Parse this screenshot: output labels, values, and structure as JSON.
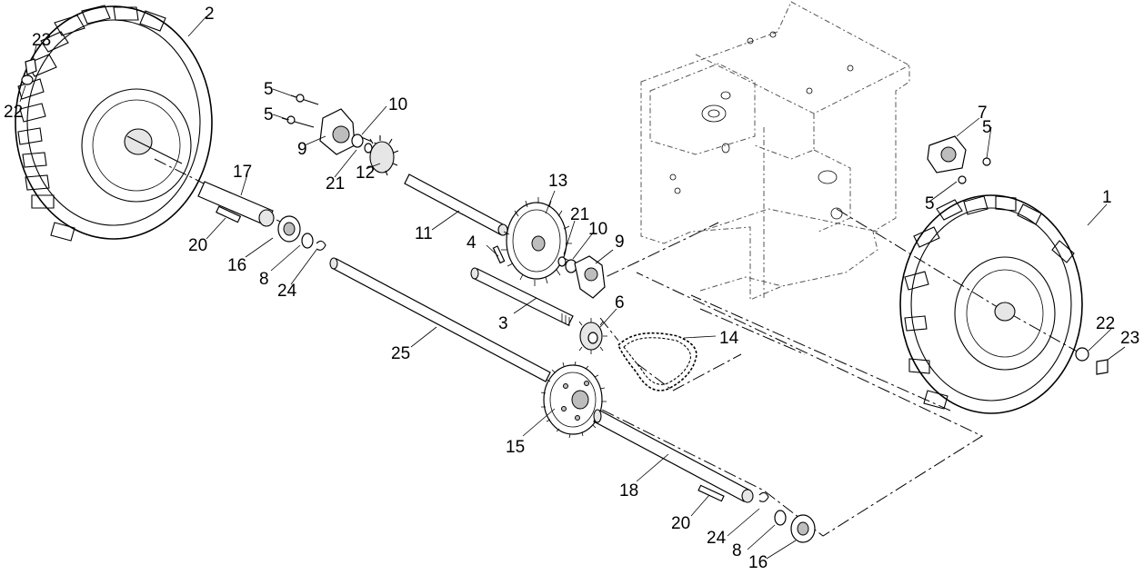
{
  "callouts": {
    "p1": "1",
    "p2": "2",
    "p3": "3",
    "p4": "4",
    "p5a": "5",
    "p5b": "5",
    "p5c": "5",
    "p5d": "5",
    "p6": "6",
    "p7": "7",
    "p8a": "8",
    "p8b": "8",
    "p9a": "9",
    "p9b": "9",
    "p10a": "10",
    "p10b": "10",
    "p11": "11",
    "p12": "12",
    "p13": "13",
    "p14": "14",
    "p15": "15",
    "p16a": "16",
    "p16b": "16",
    "p17": "17",
    "p18": "18",
    "p20a": "20",
    "p20b": "20",
    "p21a": "21",
    "p21b": "21",
    "p22a": "22",
    "p22b": "22",
    "p23a": "23",
    "p23b": "23",
    "p24a": "24",
    "p24b": "24",
    "p25": "25"
  }
}
